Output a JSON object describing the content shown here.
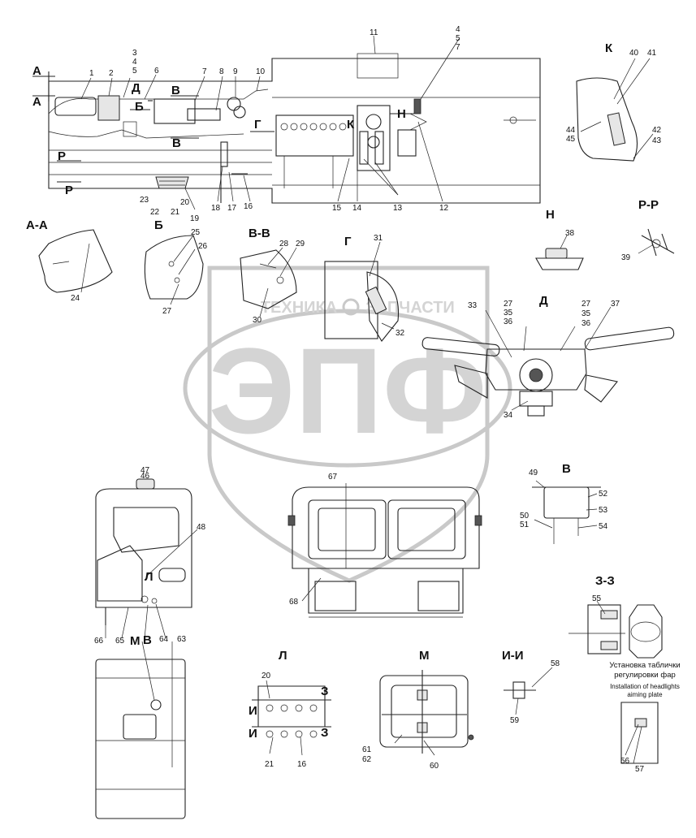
{
  "watermark": {
    "brand_letters": "ЭПФ",
    "brand_word_left": "ТЕХНИКА",
    "brand_word_right": "ЗАПЧАСТИ"
  },
  "section_labels": {
    "A_left_top": "А",
    "A_left_bottom": "А",
    "P_top": "Р",
    "P_bottom": "Р",
    "D_top": "Д",
    "B_mark": "Б",
    "V_top": "В",
    "V_bottom": "В",
    "G_mark": "Г",
    "K_mark": "К",
    "N_mark": "Н",
    "view_K": "К",
    "view_AA": "А-А",
    "view_B": "Б",
    "view_VV": "В-В",
    "view_G": "Г",
    "view_N": "Н",
    "view_PP": "Р-Р",
    "view_D": "Д",
    "view_V": "В",
    "view_ZZ": "З-З",
    "view_L": "Л",
    "view_M": "М",
    "view_II": "И-И",
    "cab_L": "Л",
    "cab_M": "М",
    "cab_V": "В",
    "L_Z1": "З",
    "L_Z2": "З",
    "L_I1": "И",
    "L_I2": "И"
  },
  "numbers": {
    "n1": "1",
    "n2": "2",
    "n3": "3",
    "n4": "4",
    "n5": "5",
    "n6": "6",
    "n7": "7",
    "n8": "8",
    "n9": "9",
    "n10": "10",
    "n11": "11",
    "n4b": "4",
    "n5b": "5",
    "n7b": "7",
    "n12": "12",
    "n13": "13",
    "n14": "14",
    "n15": "15",
    "n16": "16",
    "n17": "17",
    "n18": "18",
    "n19": "19",
    "n20": "20",
    "n21": "21",
    "n22": "22",
    "n23": "23",
    "n24": "24",
    "n25": "25",
    "n26": "26",
    "n27": "27",
    "n28": "28",
    "n29": "29",
    "n30": "30",
    "n31": "31",
    "n32": "32",
    "n33": "33",
    "n34": "34",
    "n27b": "27",
    "n35": "35",
    "n36": "36",
    "n27c": "27",
    "n35b": "35",
    "n36b": "36",
    "n37": "37",
    "n38": "38",
    "n39": "39",
    "n40": "40",
    "n41": "41",
    "n42": "42",
    "n43": "43",
    "n44": "44",
    "n45": "45",
    "n46": "46",
    "n47": "47",
    "n48": "48",
    "n49": "49",
    "n50": "50",
    "n51": "51",
    "n52": "52",
    "n53": "53",
    "n54": "54",
    "n55": "55",
    "n56": "56",
    "n57": "57",
    "n58": "58",
    "n59": "59",
    "n60": "60",
    "n61": "61",
    "n62": "62",
    "n63": "63",
    "n64": "64",
    "n65": "65",
    "n66": "66",
    "n67": "67",
    "n68": "68",
    "n20b": "20",
    "n21b": "21",
    "n16b": "16"
  },
  "captions": {
    "ru_line1": "Установка таблички",
    "ru_line2": "регулировки фар",
    "en_line1": "Installation of headlights",
    "en_line2": "aiming plate"
  }
}
